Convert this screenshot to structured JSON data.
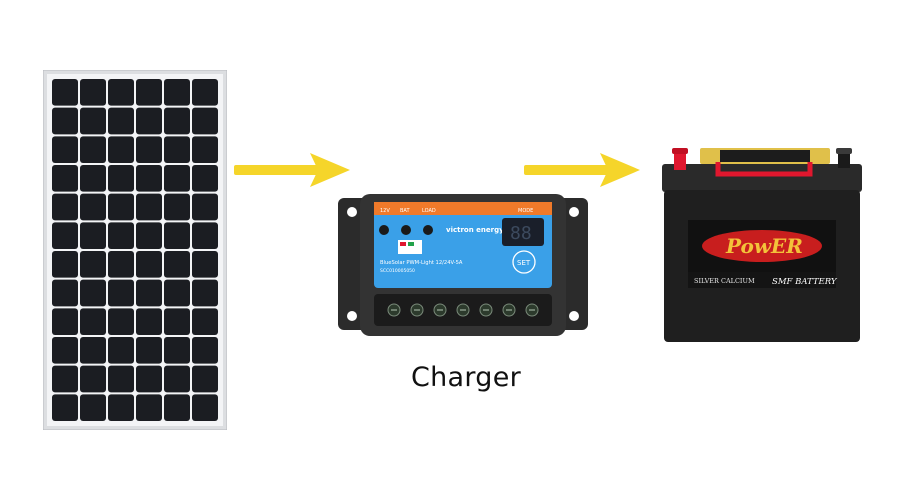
{
  "caption": "Charger",
  "charger": {
    "brand_text": "victron energy",
    "model_text": "BlueSolar PWM-Light 12/24V-5A",
    "serial_text": "SCC010005050",
    "set_label": "SET",
    "display_digits": "88",
    "terminal_labels": [
      "12V",
      "BAT",
      "LOAD"
    ],
    "mode_label": "MODE"
  },
  "battery": {
    "brand_text": "PowER",
    "line1_text": "SILVER CALCIUM",
    "line2_text": "SMF BATTERY"
  },
  "colors": {
    "arrow": "#F5D52A",
    "panel_cell": "#1b1d22",
    "panel_frame": "#d9dbde",
    "charger_face": "#3aa0e8",
    "charger_orange": "#f07a2a",
    "battery_body": "#1f1f1f",
    "battery_red": "#e0172e"
  },
  "icons": [
    "solar-panel-icon",
    "right-arrow-icon",
    "charge-controller-icon",
    "car-battery-icon"
  ]
}
